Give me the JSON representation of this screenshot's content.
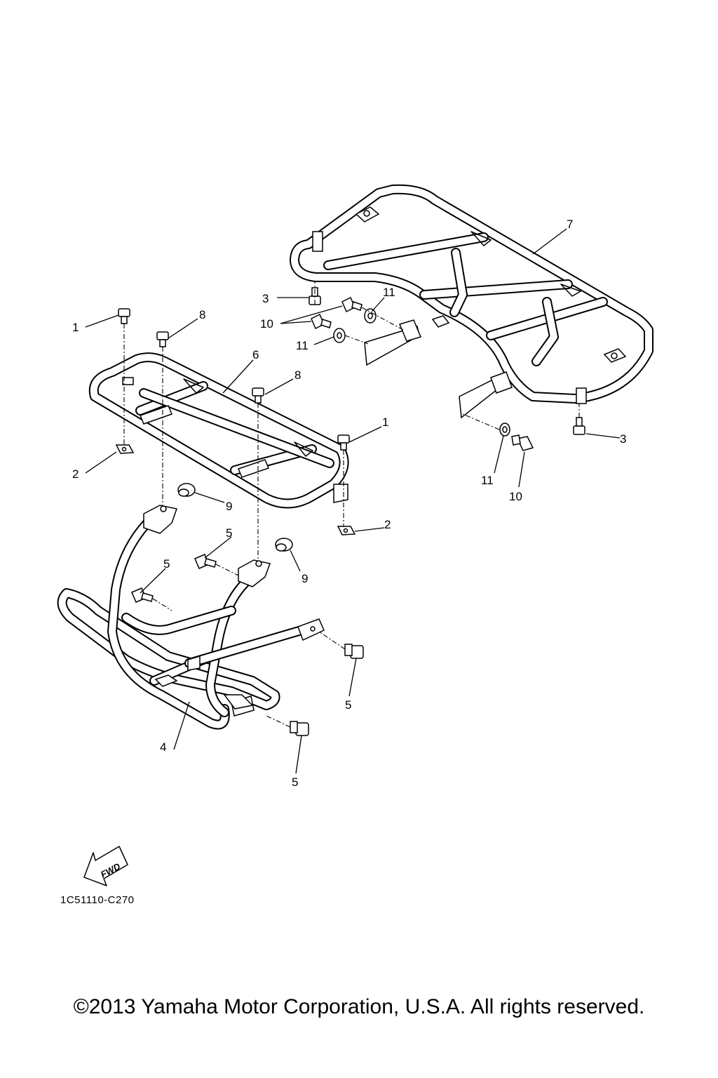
{
  "diagram": {
    "callouts": [
      "1",
      "2",
      "3",
      "4",
      "5",
      "6",
      "7",
      "8",
      "9",
      "10",
      "11"
    ],
    "fwd_label": "FWD",
    "code": "1C51110-C270"
  },
  "footer": {
    "copyright": "©2013 Yamaha Motor Corporation, U.S.A. All rights reserved."
  }
}
